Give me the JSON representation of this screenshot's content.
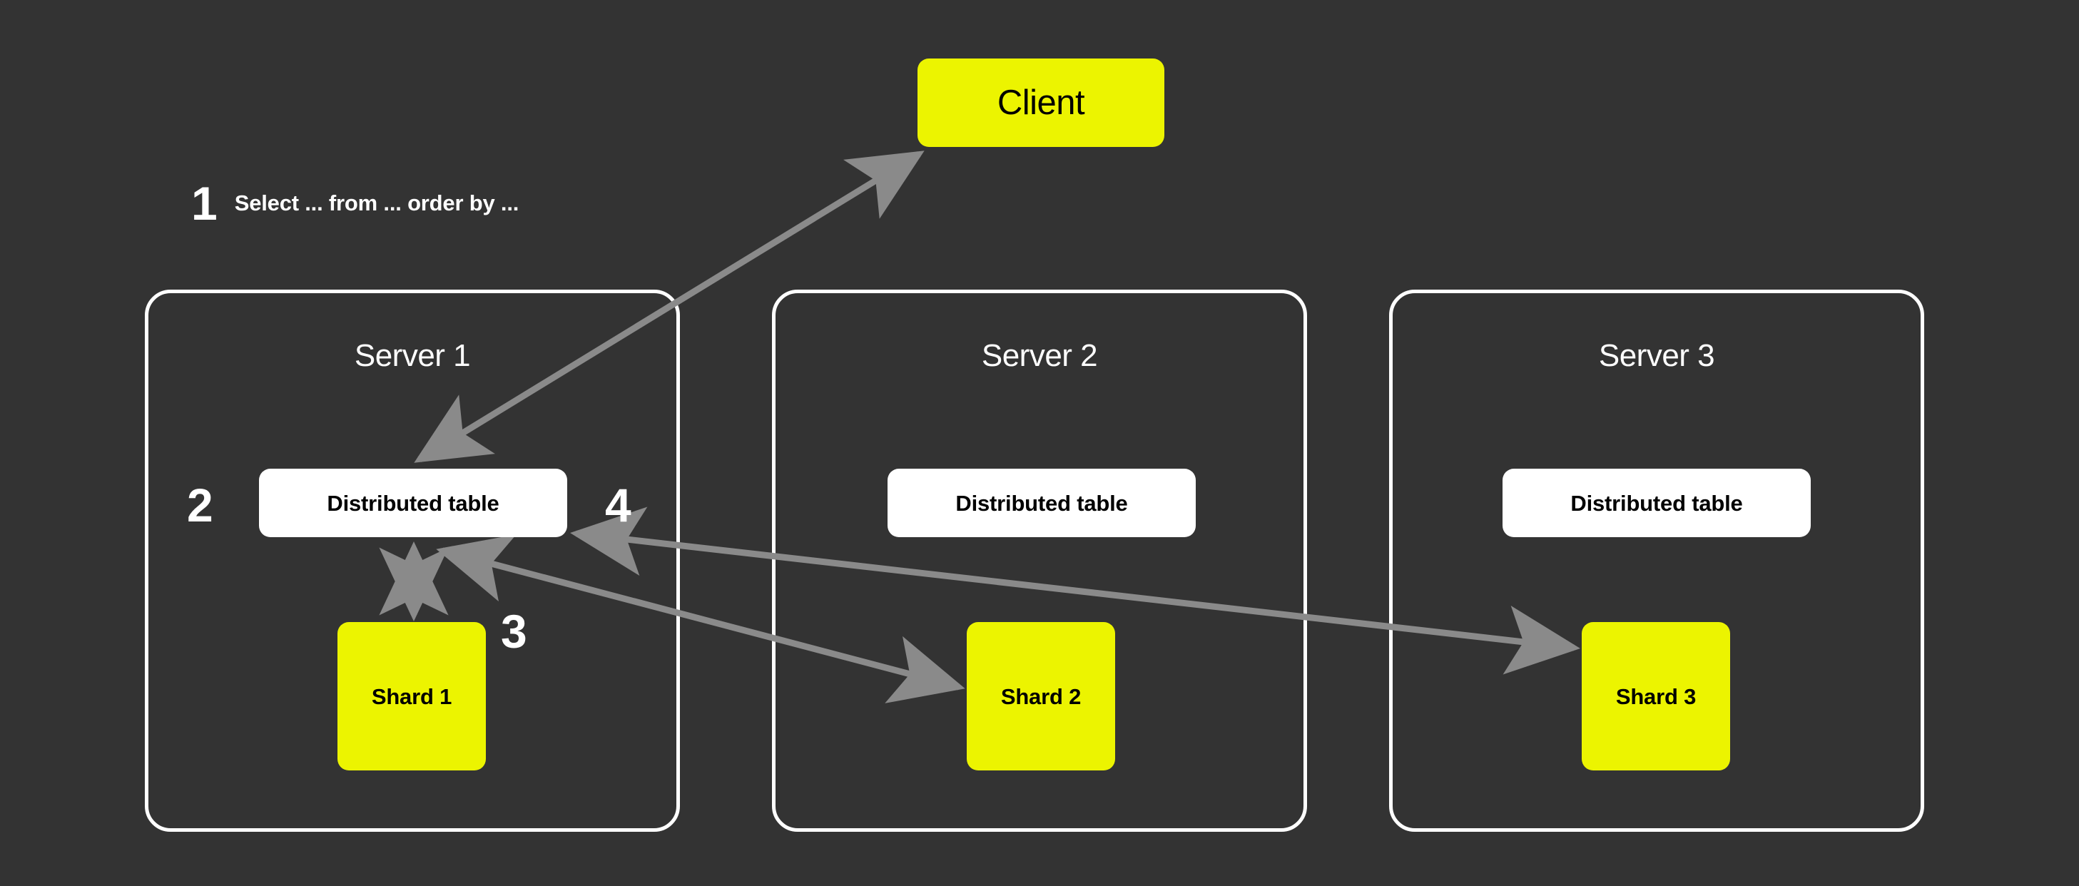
{
  "diagram": {
    "title": "Distributed table query flow across shards",
    "background_color": "#333333",
    "accent_color": "#ECF400",
    "node_fill_color": "#FFFFFF",
    "arrow_color": "#8A8A8A",
    "border_color": "#FFFFFF",
    "text_on_accent_color": "#000000",
    "text_on_dark_color": "#FFFFFF"
  },
  "client": {
    "label": "Client"
  },
  "steps": {
    "one": {
      "number": "1",
      "text": "Select ... from ... order by ..."
    },
    "two": {
      "number": "2"
    },
    "three": {
      "number": "3"
    },
    "four": {
      "number": "4"
    }
  },
  "servers": [
    {
      "title": "Server 1",
      "distributed_table": "Distributed table",
      "shard": "Shard 1"
    },
    {
      "title": "Server 2",
      "distributed_table": "Distributed table",
      "shard": "Shard 2"
    },
    {
      "title": "Server 3",
      "distributed_table": "Distributed table",
      "shard": "Shard 3"
    }
  ],
  "connections": [
    {
      "name": "client-to-distributed-table-1",
      "from": "Client",
      "to": "Distributed table (Server 1)",
      "direction": "bidirectional"
    },
    {
      "name": "distributed-table-1-to-shard-1",
      "from": "Distributed table (Server 1)",
      "to": "Shard 1",
      "direction": "bidirectional"
    },
    {
      "name": "distributed-table-1-to-shard-2",
      "from": "Distributed table (Server 1)",
      "to": "Shard 2",
      "direction": "bidirectional"
    },
    {
      "name": "distributed-table-1-to-shard-3",
      "from": "Distributed table (Server 1)",
      "to": "Shard 3",
      "direction": "bidirectional"
    }
  ]
}
